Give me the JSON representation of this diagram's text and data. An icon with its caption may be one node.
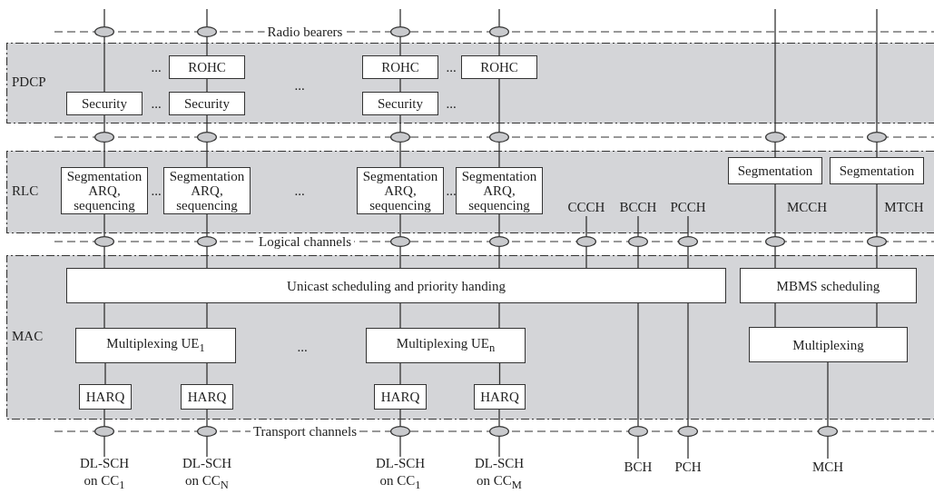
{
  "diagram": {
    "nodes": [
      {
        "text": [
          "PDCP"
        ]
      },
      {
        "text": [
          "ROHC"
        ],
        "in": 0
      },
      {
        "text": [
          "ROHC"
        ],
        "in": 0
      },
      {
        "text": [
          "ROHC"
        ],
        "in": 0
      },
      {
        "text": [
          "Security"
        ],
        "in": 0
      },
      {
        "text": [
          "Security"
        ],
        "in": 0
      },
      {
        "text": [
          "Security"
        ],
        "in": 0
      },
      {
        "text": [
          "RLC"
        ]
      },
      {
        "text": [
          "Segmentation ARQ, sequencing"
        ],
        "in": 7
      },
      {
        "text": [
          "Segmentation ARQ, sequencing"
        ],
        "in": 7
      },
      {
        "text": [
          "Segmentation ARQ, sequencing"
        ],
        "in": 7
      },
      {
        "text": [
          "Segmentation ARQ, sequencing"
        ],
        "in": 7
      },
      {
        "text": [
          "Segmentation"
        ],
        "in": 7
      },
      {
        "text": [
          "Segmentation"
        ],
        "in": 7
      },
      {
        "text": [
          "CCCH"
        ],
        "in": 7
      },
      {
        "text": [
          "BCCH"
        ],
        "in": 7
      },
      {
        "text": [
          "PCCH"
        ],
        "in": 7
      },
      {
        "text": [
          "MAC"
        ]
      },
      {
        "text": [
          "Unicast scheduling and priority handing"
        ],
        "in": 17
      },
      {
        "text": [
          "MBMS scheduling"
        ],
        "in": 17
      },
      {
        "text": [
          "Multiplexing UE$_{1}$"
        ],
        "in": 17
      },
      {
        "text": [
          "Multiplexing UE$_{n}$"
        ],
        "in": 17
      },
      {
        "text": [
          "Multiplexing"
        ],
        "in": 17
      },
      {
        "text": [
          "HARQ"
        ],
        "in": 17
      },
      {
        "text": [
          "HARQ"
        ],
        "in": 17
      },
      {
        "text": [
          "HARQ"
        ],
        "in": 17
      },
      {
        "text": [
          "HARQ"
        ],
        "in": 17
      },
      {
        "text": [],
        "shape": "ellipse"
      },
      {
        "text": [],
        "shape": "ellipse"
      },
      {
        "text": [],
        "shape": "ellipse"
      },
      {
        "text": [],
        "shape": "ellipse"
      },
      {
        "text": [],
        "shape": "ellipse"
      },
      {
        "text": [],
        "shape": "ellipse"
      },
      {
        "text": [],
        "shape": "ellipse"
      },
      {
        "text": [],
        "shape": "ellipse"
      },
      {
        "text": [],
        "shape": "ellipse"
      },
      {
        "text": [],
        "shape": "ellipse"
      },
      {
        "text": [],
        "shape": "ellipse"
      },
      {
        "text": [],
        "shape": "ellipse"
      },
      {
        "text": [],
        "shape": "ellipse"
      },
      {
        "text": [],
        "shape": "ellipse"
      },
      {
        "text": [],
        "shape": "ellipse"
      },
      {
        "text": [],
        "shape": "ellipse"
      },
      {
        "text": [],
        "shape": "ellipse"
      },
      {
        "text": [],
        "shape": "ellipse"
      },
      {
        "text": [],
        "shape": "ellipse"
      },
      {
        "text": [],
        "shape": "ellipse"
      },
      {
        "text": [],
        "shape": "ellipse"
      },
      {
        "text": [],
        "shape": "ellipse"
      },
      {
        "text": [],
        "shape": "ellipse"
      },
      {
        "text": [],
        "shape": "ellipse"
      },
      {
        "text": [],
        "shape": "ellipse"
      },
      {
        "text": [],
        "shape": "ellipse"
      },
      {
        "text": [
          "DL-SCH on CC$_{1}$"
        ]
      },
      {
        "text": [
          "DL-SCH on CC$_{N}$"
        ]
      },
      {
        "text": [
          "DL-SCH on CC$_{1}$"
        ]
      },
      {
        "text": [
          "DL-SCH on CC$_{M}$"
        ]
      },
      {
        "text": [
          "BCH"
        ]
      },
      {
        "text": [
          "PCH"
        ]
      },
      {
        "text": [
          "MCH"
        ]
      }
    ],
    "edges": [
      {
        "from": null,
        "to": 27,
        "arrow": "none"
      },
      {
        "from": 27,
        "to": 4,
        "arrow": "none"
      },
      {
        "from": 4,
        "to": 31,
        "arrow": "none"
      },
      {
        "from": 31,
        "to": 8,
        "arrow": "none"
      },
      {
        "from": 8,
        "to": 37,
        "arrow": "none"
      },
      {
        "from": 37,
        "to": 18,
        "arrow": "none"
      },
      {
        "from": 18,
        "to": 20,
        "arrow": "none"
      },
      {
        "from": 20,
        "to": 23,
        "arrow": "none"
      },
      {
        "from": 23,
        "to": 46,
        "arrow": "none"
      },
      {
        "from": 46,
        "to": 53,
        "arrow": "none"
      },
      {
        "from": null,
        "to": 28,
        "arrow": "none"
      },
      {
        "from": 28,
        "to": 1,
        "arrow": "none"
      },
      {
        "from": 1,
        "to": 5,
        "arrow": "none"
      },
      {
        "from": 5,
        "to": 32,
        "arrow": "none"
      },
      {
        "from": 32,
        "to": 9,
        "arrow": "none"
      },
      {
        "from": 9,
        "to": 38,
        "arrow": "none"
      },
      {
        "from": 38,
        "to": 18,
        "arrow": "none"
      },
      {
        "from": 18,
        "to": 20,
        "arrow": "none"
      },
      {
        "from": 20,
        "to": 24,
        "arrow": "none"
      },
      {
        "from": 24,
        "to": 47,
        "arrow": "none"
      },
      {
        "from": 47,
        "to": 54,
        "arrow": "none"
      },
      {
        "from": null,
        "to": 29,
        "arrow": "none"
      },
      {
        "from": 29,
        "to": 2,
        "arrow": "none"
      },
      {
        "from": 2,
        "to": 6,
        "arrow": "none"
      },
      {
        "from": 6,
        "to": 33,
        "arrow": "none"
      },
      {
        "from": 33,
        "to": 10,
        "arrow": "none"
      },
      {
        "from": 10,
        "to": 39,
        "arrow": "none"
      },
      {
        "from": 39,
        "to": 18,
        "arrow": "none"
      },
      {
        "from": 18,
        "to": 21,
        "arrow": "none"
      },
      {
        "from": 21,
        "to": 25,
        "arrow": "none"
      },
      {
        "from": 25,
        "to": 48,
        "arrow": "none"
      },
      {
        "from": 48,
        "to": 55,
        "arrow": "none"
      },
      {
        "from": null,
        "to": 30,
        "arrow": "none"
      },
      {
        "from": 30,
        "to": 3,
        "arrow": "none"
      },
      {
        "from": 3,
        "to": 34,
        "arrow": "none"
      },
      {
        "from": 34,
        "to": 11,
        "arrow": "none"
      },
      {
        "from": 11,
        "to": 40,
        "arrow": "none"
      },
      {
        "from": 40,
        "to": 18,
        "arrow": "none"
      },
      {
        "from": 18,
        "to": 21,
        "arrow": "none"
      },
      {
        "from": 21,
        "to": 26,
        "arrow": "none"
      },
      {
        "from": 26,
        "to": 49,
        "arrow": "none"
      },
      {
        "from": 49,
        "to": 56,
        "arrow": "none"
      },
      {
        "from": 14,
        "to": 41,
        "arrow": "none"
      },
      {
        "from": 41,
        "to": 18,
        "arrow": "none"
      },
      {
        "from": 15,
        "to": 42,
        "arrow": "none"
      },
      {
        "from": 42,
        "to": 18,
        "arrow": "none"
      },
      {
        "from": 18,
        "to": 50,
        "arrow": "none"
      },
      {
        "from": 50,
        "to": 57,
        "arrow": "none"
      },
      {
        "from": 16,
        "to": 43,
        "arrow": "none"
      },
      {
        "from": 43,
        "to": 18,
        "arrow": "none"
      },
      {
        "from": 18,
        "to": 51,
        "arrow": "none"
      },
      {
        "from": 51,
        "to": 58,
        "arrow": "none"
      },
      {
        "from": null,
        "to": 35,
        "arrow": "none"
      },
      {
        "from": 35,
        "to": 12,
        "arrow": "none"
      },
      {
        "from": 12,
        "to": 44,
        "arrow": "none"
      },
      {
        "from": 44,
        "to": 19,
        "arrow": "none"
      },
      {
        "from": 19,
        "to": 22,
        "arrow": "none"
      },
      {
        "from": null,
        "to": 36,
        "arrow": "none"
      },
      {
        "from": 36,
        "to": 13,
        "arrow": "none"
      },
      {
        "from": 13,
        "to": 45,
        "arrow": "none"
      },
      {
        "from": 45,
        "to": 19,
        "arrow": "none"
      },
      {
        "from": 19,
        "to": 22,
        "arrow": "none"
      },
      {
        "from": 22,
        "to": 52,
        "arrow": "none"
      },
      {
        "from": 52,
        "to": 59,
        "arrow": "none"
      }
    ],
    "labels": [
      "Radio bearers",
      "...",
      "...",
      "...",
      "...",
      "...",
      "...",
      "...",
      "...",
      "MCCH",
      "MTCH",
      "Logical channels",
      "...",
      "Transport channels"
    ]
  }
}
